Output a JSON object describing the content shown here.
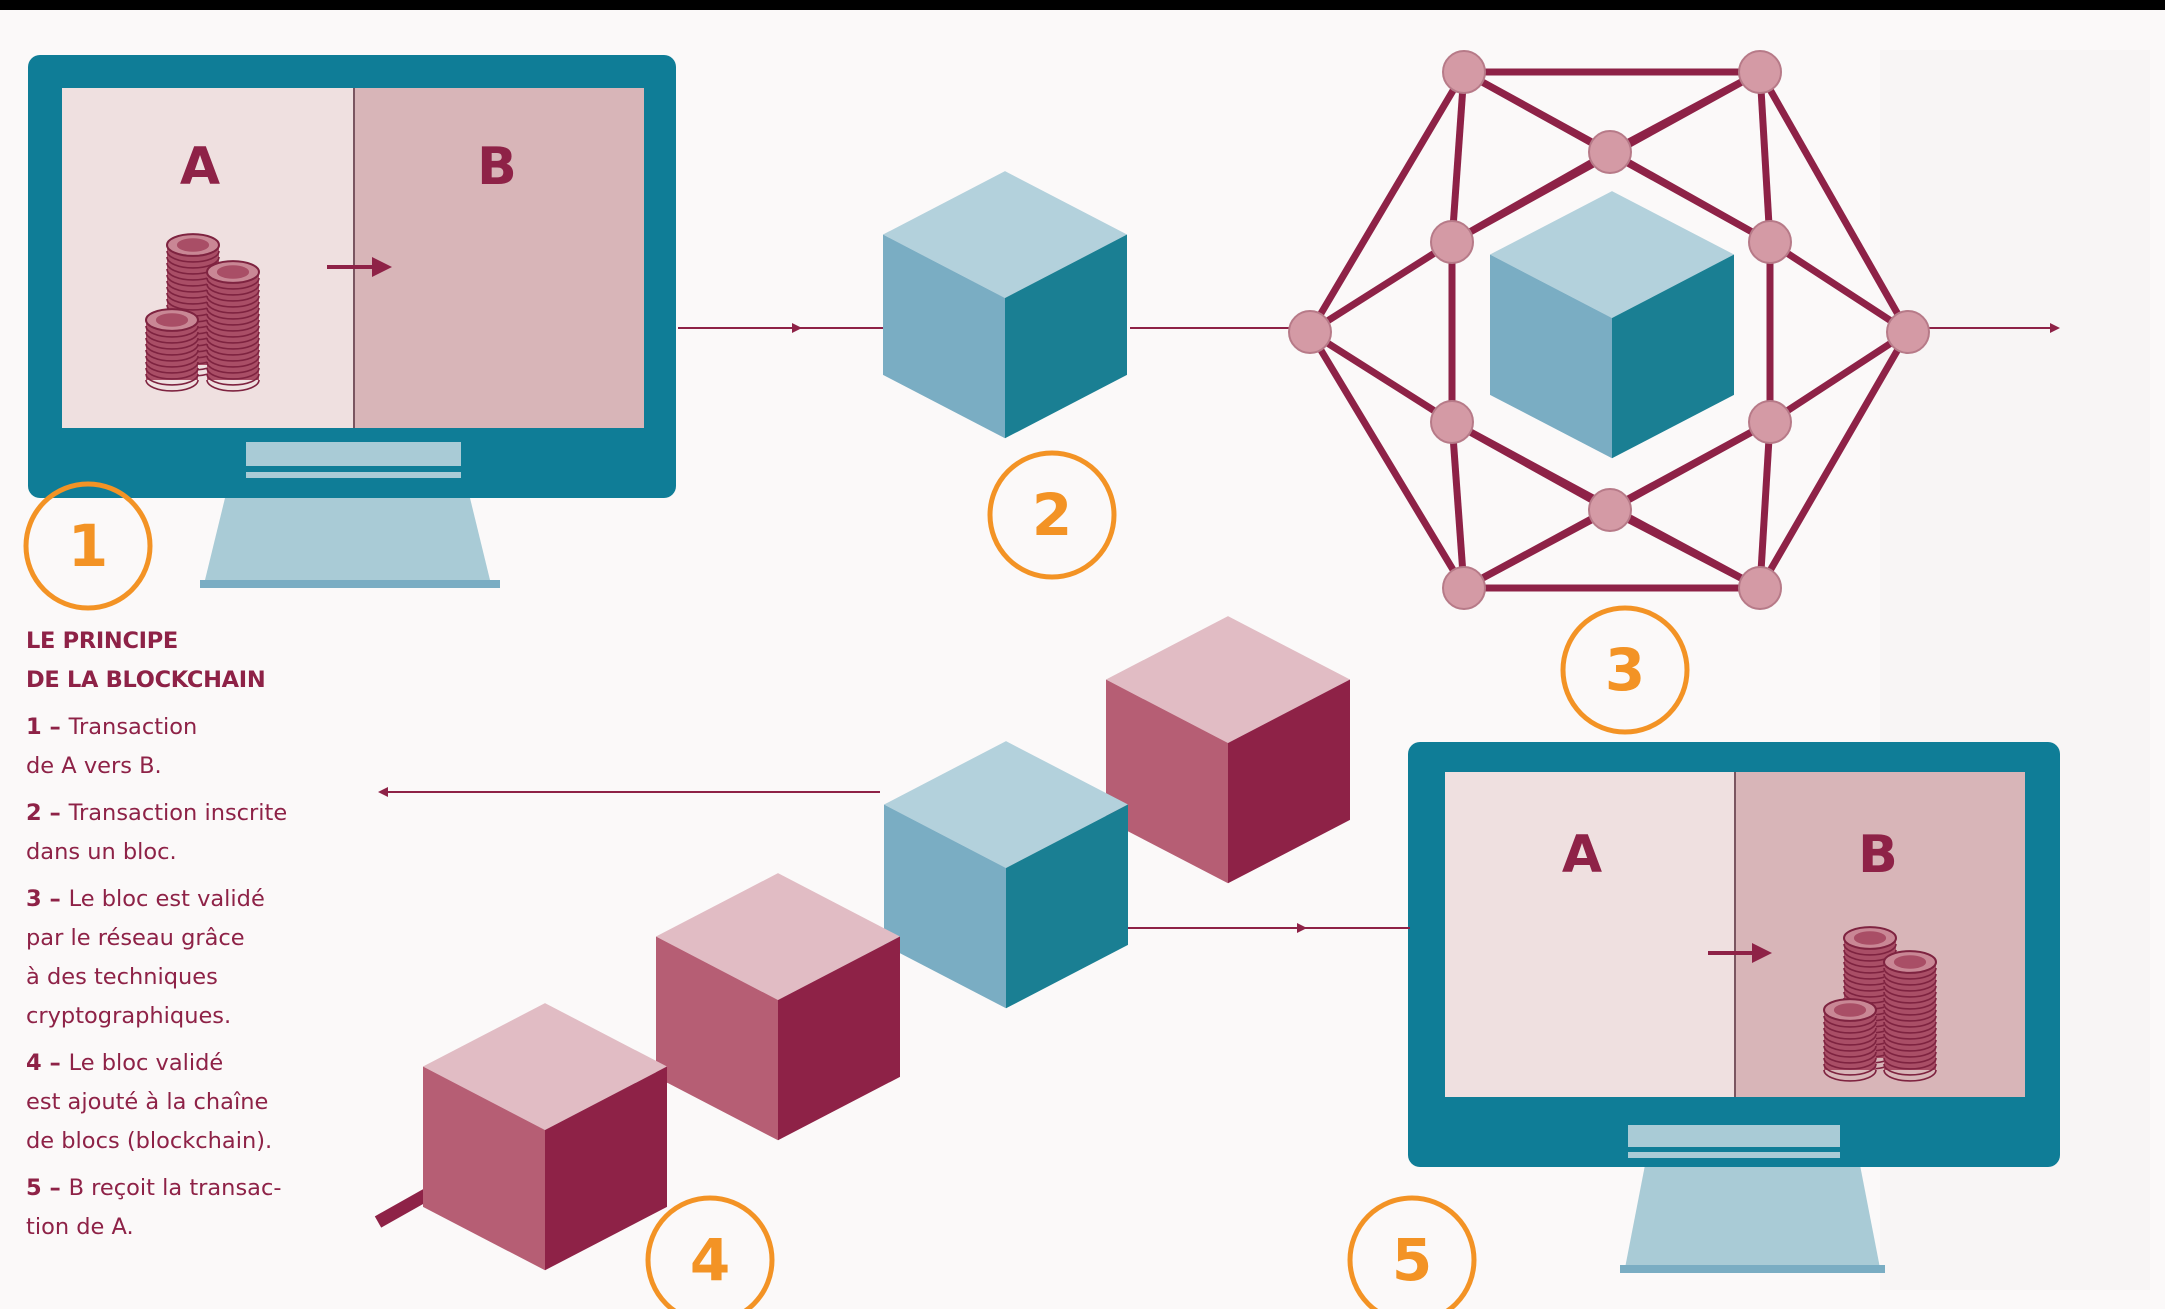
{
  "colors": {
    "screen_frame": "#0f7d97",
    "pane_a": "#efe0e0",
    "pane_b": "#d8b5b8",
    "accent_wine": "#8e2247",
    "cube_blue_top": "#b3d1dc",
    "cube_blue_side": "#7aadc3",
    "cube_blue_ribbed": "#1a7f93",
    "cube_rose_top": "#e1bcc4",
    "cube_rose_side": "#b65e74",
    "cube_rose_ribbed": "#8e2247",
    "network_node": "#d49aa5",
    "step_circle": "#f39325"
  },
  "steps": [
    {
      "number": "1"
    },
    {
      "number": "2"
    },
    {
      "number": "3"
    },
    {
      "number": "4"
    },
    {
      "number": "5"
    }
  ],
  "monitor_left": {
    "label_a": "A",
    "label_b": "B",
    "coins_in": "A"
  },
  "monitor_right": {
    "label_a": "A",
    "label_b": "B",
    "coins_in": "B"
  },
  "legend": {
    "title_line1": "LE PRINCIPE",
    "title_line2": "DE LA BLOCKCHAIN",
    "items": [
      {
        "num": "1 –",
        "lines": [
          "Transaction",
          "de A vers B."
        ]
      },
      {
        "num": "2 –",
        "lines": [
          "Transaction inscrite",
          "dans un bloc."
        ]
      },
      {
        "num": "3 –",
        "lines": [
          "Le bloc est validé",
          "par le réseau grâce",
          "à des techniques",
          "cryptographiques."
        ]
      },
      {
        "num": "4 –",
        "lines": [
          "Le bloc validé",
          "est ajouté à la chaîne",
          "de blocs (blockchain)."
        ]
      },
      {
        "num": "5 –",
        "lines": [
          "B reçoit la transac-",
          "tion de A."
        ]
      }
    ]
  }
}
